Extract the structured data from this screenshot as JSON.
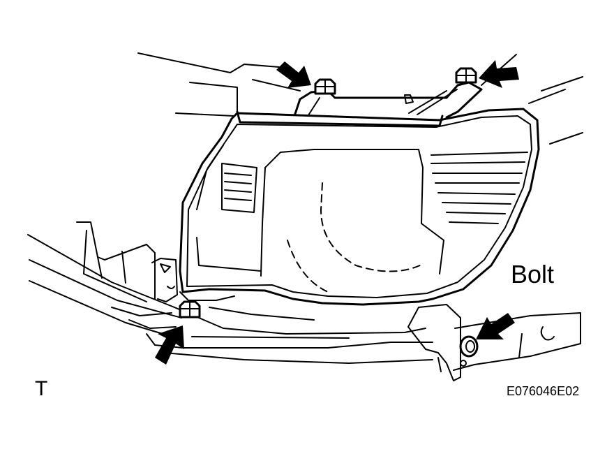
{
  "figure": {
    "callout_label": "Bolt",
    "corner_mark": "T",
    "figure_code": "E076046E02",
    "ink_color": "#000000",
    "background_color": "#ffffff",
    "icons": [
      "arrow-icon",
      "bolt-icon"
    ]
  }
}
